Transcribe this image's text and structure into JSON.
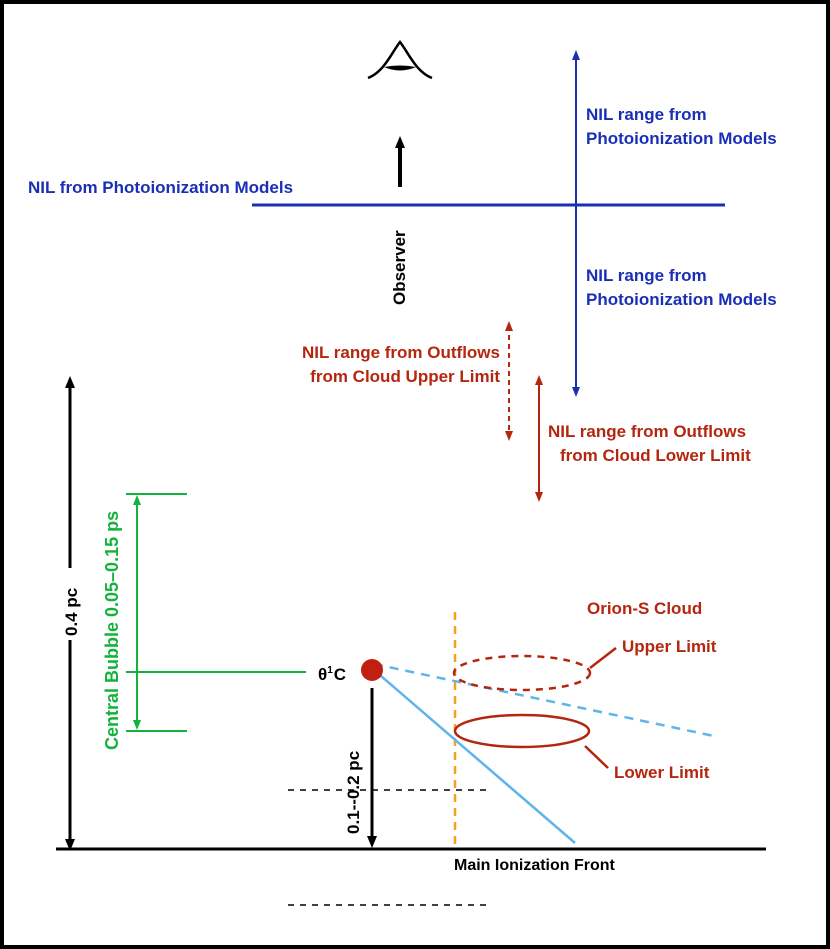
{
  "labels": {
    "nil_photo": "NIL from Photoionization Models",
    "nil_range_photo_l1": "NIL range from",
    "nil_range_photo_l2": "Photoionization Models",
    "observer": "Observer",
    "outflow_upper_l1": "NIL range from Outflows",
    "outflow_upper_l2": "from Cloud Upper Limit",
    "outflow_lower_l1": "NIL range from Outflows",
    "outflow_lower_l2": "from Cloud Lower Limit",
    "bubble": "Central Bubble 0.05–0.15 ps",
    "big_scale": "0.4 pc",
    "small_scale": "0.1--0.2 pc",
    "star_theta": "θ",
    "star_sup": "1",
    "star_c": "C",
    "cloud_title": "Orion-S Cloud",
    "upper_limit": "Upper Limit",
    "lower_limit": "Lower Limit",
    "front": "Main Ionization Front"
  },
  "icons": [
    "eye-icon"
  ],
  "colors": {
    "background": "#000000",
    "panel": "#ffffff",
    "blue": "#1a2fb5",
    "red": "#b5260f",
    "green": "#12b33c",
    "lightblue": "#5fb4ec",
    "orange": "#f5a21a",
    "star": "#c11f10",
    "black": "#000000"
  }
}
